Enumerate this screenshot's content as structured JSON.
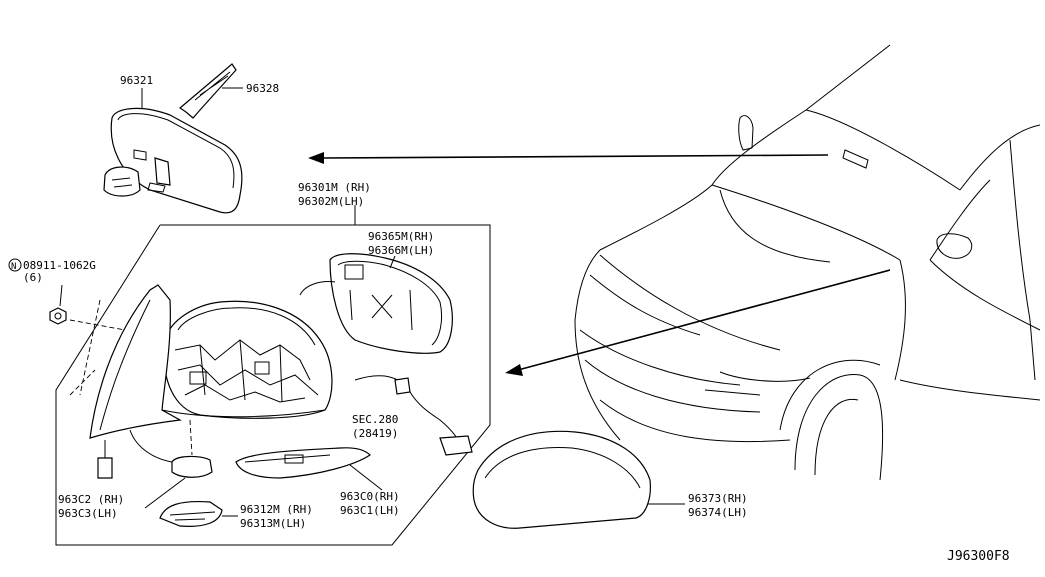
{
  "diagram_id": "J96300F8",
  "callouts": {
    "p96321": "96321",
    "p96328": "96328",
    "p96301_rh": "96301M (RH)",
    "p96302_lh": "96302M(LH)",
    "p96365_rh": "96365M(RH)",
    "p96366_lh": "96366M(LH)",
    "nut_code": "08911-1062G",
    "nut_prefix": "N",
    "nut_qty": "(6)",
    "sec_ref": "SEC.280",
    "sec_sub": "(28419)",
    "p963c2_rh": "963C2 (RH)",
    "p963c3_lh": "963C3(LH)",
    "p96312_rh": "96312M (RH)",
    "p96313_lh": "96313M(LH)",
    "p963c0_rh": "963C0(RH)",
    "p963c1_lh": "963C1(LH)",
    "p96373_rh": "96373(RH)",
    "p96374_lh": "96374(LH)"
  }
}
